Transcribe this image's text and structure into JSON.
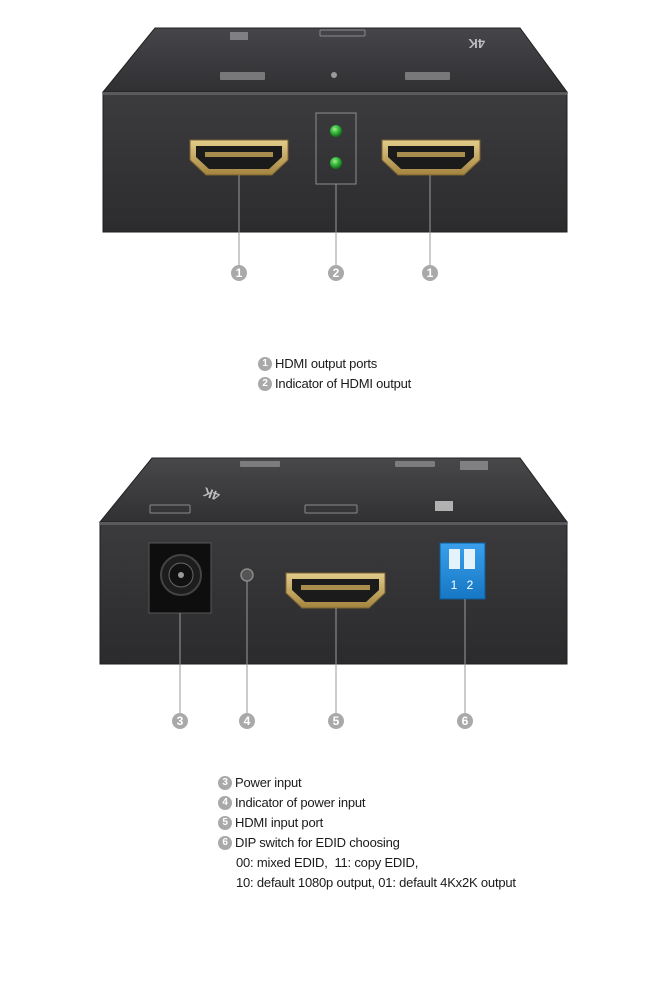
{
  "top_device": {
    "callouts": [
      "1",
      "2",
      "1"
    ],
    "legend": [
      {
        "num": "1",
        "text": "HDMI output ports"
      },
      {
        "num": "2",
        "text": "Indicator of HDMI output"
      }
    ],
    "colors": {
      "body": "#3a3a3c",
      "led": "#2fb336",
      "port_gold": "#c9a95c"
    }
  },
  "bottom_device": {
    "callouts": [
      "3",
      "4",
      "5",
      "6"
    ],
    "dip_labels": [
      "1",
      "2"
    ],
    "legend": [
      {
        "num": "3",
        "text": "Power input"
      },
      {
        "num": "4",
        "text": "Indicator of power input"
      },
      {
        "num": "5",
        "text": "HDMI input port"
      },
      {
        "num": "6",
        "text": "DIP switch for EDID choosing"
      }
    ],
    "dip_notes": [
      "00: mixed EDID,  11: copy EDID,",
      "10: default 1080p output, 01: default 4Kx2K output"
    ],
    "colors": {
      "dip_switch": "#1a86d6"
    }
  }
}
